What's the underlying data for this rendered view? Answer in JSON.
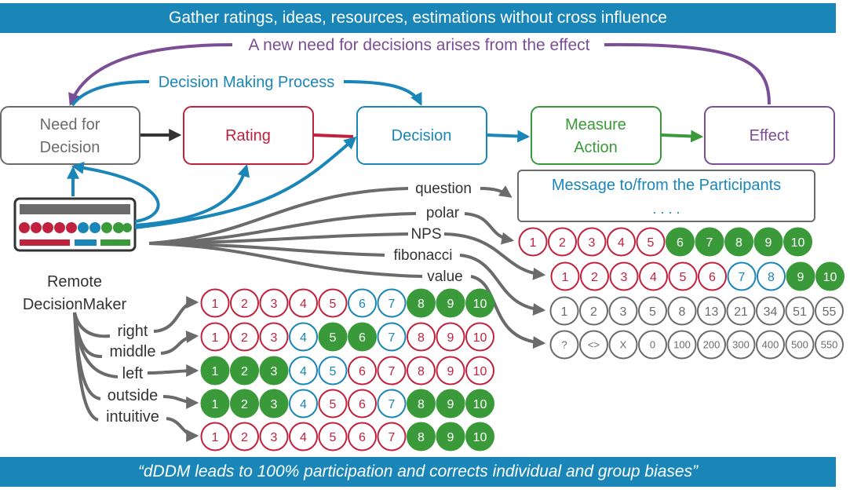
{
  "banners": {
    "top": "Gather ratings, ideas, resources, estimations without cross influence",
    "bottom": "“dDDM leads to 100% participation and corrects individual and group biases”"
  },
  "arcs": {
    "feedback": "A new need for decisions arises from the effect",
    "process": "Decision Making Process"
  },
  "flow": {
    "need": [
      "Need for",
      "Decision"
    ],
    "rating": "Rating",
    "decision": "Decision",
    "measure": [
      "Measure",
      "Action"
    ],
    "effect": "Effect"
  },
  "message": {
    "title": "Message to/from the Participants",
    "dots": ". . . ."
  },
  "device": {
    "label": [
      "Remote",
      "DecisionMaker"
    ]
  },
  "types": [
    "question",
    "polar",
    "NPS",
    "fibonacci",
    "value"
  ],
  "scales": {
    "polar": [
      "1",
      "2",
      "3",
      "4",
      "5",
      "6",
      "7",
      "8",
      "9",
      "10"
    ],
    "nps": [
      "1",
      "2",
      "3",
      "4",
      "5",
      "6",
      "7",
      "8",
      "9",
      "10"
    ],
    "fibonacci": [
      "1",
      "2",
      "3",
      "5",
      "8",
      "13",
      "21",
      "34",
      "51",
      "55"
    ],
    "value": [
      "?",
      "<>",
      "X",
      "0",
      "100",
      "200",
      "300",
      "400",
      "500",
      "550"
    ]
  },
  "modes": [
    "right",
    "middle",
    "left",
    "outside",
    "intuitive"
  ],
  "mode_scale": [
    "1",
    "2",
    "3",
    "4",
    "5",
    "6",
    "7",
    "8",
    "9",
    "10"
  ],
  "colors": {
    "blue": "#1a86b8",
    "red": "#c0223e",
    "green": "#3a9a3a",
    "purple": "#7b4e96",
    "gray": "#6b6b6b",
    "darkgray": "#333333"
  }
}
